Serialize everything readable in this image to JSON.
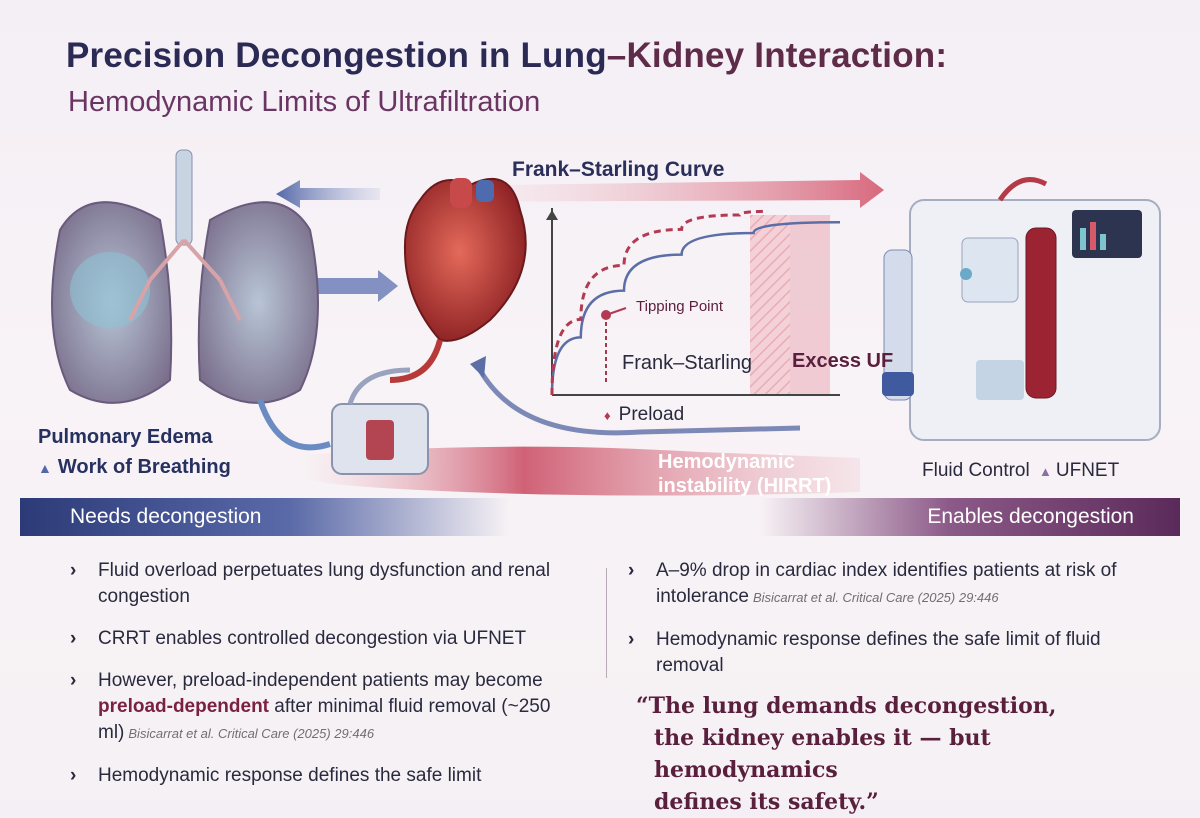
{
  "title": {
    "line1_main": "Precision Decongestion in Lung",
    "line1_dash": "–",
    "line1_rest": "Kidney Interaction:",
    "line2": "Hemodynamic Limits of Ultrafiltration"
  },
  "lungs": {
    "label1": "Pulmonary Edema",
    "label2": "Work of Breathing"
  },
  "chart_data": {
    "type": "line",
    "title": "Frank–Starling Curve",
    "series": [
      {
        "name": "",
        "style": "solid",
        "color": "#5c6ea6",
        "points": [
          [
            0,
            0
          ],
          [
            0.1,
            0.32
          ],
          [
            0.25,
            0.58
          ],
          [
            0.45,
            0.78
          ],
          [
            0.7,
            0.9
          ],
          [
            1.0,
            0.96
          ]
        ]
      },
      {
        "name": "",
        "style": "dashed",
        "color": "#b23a52",
        "points": [
          [
            0,
            0
          ],
          [
            0.1,
            0.42
          ],
          [
            0.25,
            0.72
          ],
          [
            0.45,
            0.92
          ],
          [
            0.65,
            1.0
          ],
          [
            0.75,
            1.02
          ]
        ]
      }
    ],
    "annotations": [
      "Tipping Point",
      "Frank–Starling",
      "Excess UF"
    ],
    "xlabel": "Preload",
    "ylabel": "",
    "grid": false
  },
  "hemodynamic_label": {
    "line1": "Hemodynamic",
    "line2": "instability (HIRRT)"
  },
  "machine": {
    "label_left": "Fluid Control",
    "label_right": "UFNET"
  },
  "bands": {
    "left": "Needs decongestion",
    "right": "Enables decongestion"
  },
  "left_bullets": {
    "b1": "Fluid overload perpetuates lung dysfunction and renal congestion",
    "b2": "CRRT enables controlled decongestion via UFNET",
    "b3_pre": "However, preload-independent patients may become ",
    "b3_emph": "preload-dependent",
    "b3_post": " after minimal fluid removal (~250 ml)",
    "b3_cite": "Bisicarrat et al. Critical Care (2025) 29:446",
    "b4": "Hemodynamic response defines the safe limit"
  },
  "right_bullets": {
    "b1": "A–9% drop in cardiac index identifies patients at risk of intolerance",
    "b1_cite": "Bisicarrat et al. Critical Care (2025) 29:446",
    "b2": "Hemodynamic response defines the safe limit of fluid removal"
  },
  "quote": {
    "line1": "“The lung demands decongestion,",
    "line2": "the kidney enables it — but hemodynamics",
    "line3": "defines its safety.”"
  },
  "colors": {
    "navy": "#2b2a55",
    "plum": "#6a3463",
    "red": "#b23a52",
    "blue": "#5c6ea6"
  }
}
